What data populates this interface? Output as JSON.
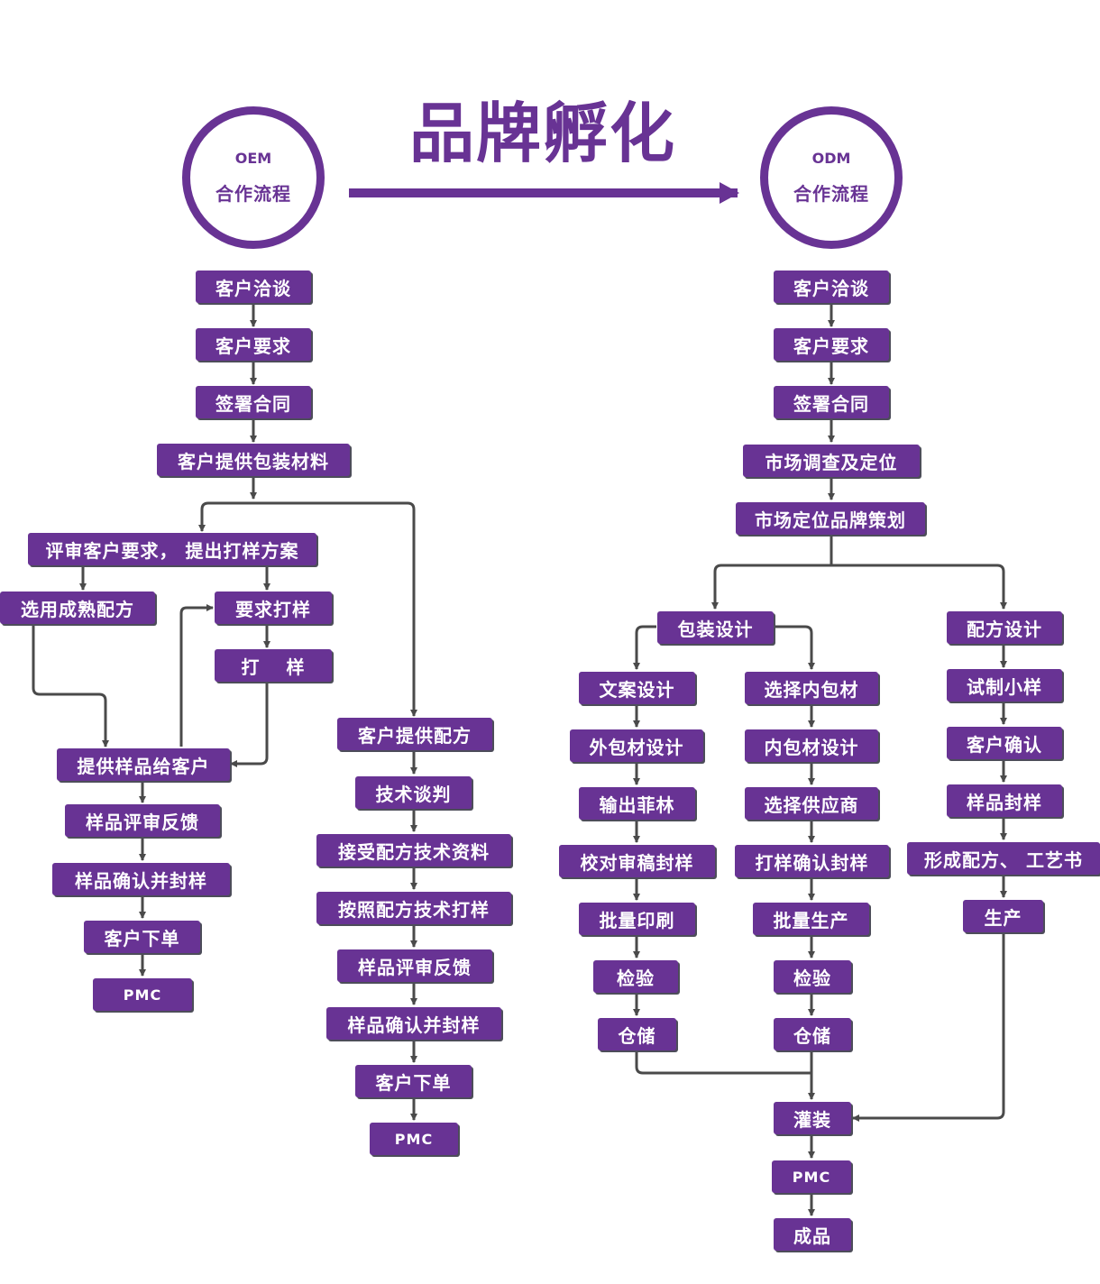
{
  "title": "品牌孵化",
  "oem": {
    "code": "OEM",
    "label": "合作流程"
  },
  "odm": {
    "code": "ODM",
    "label": "合作流程"
  },
  "oem_flow": {
    "main": [
      "客户洽谈",
      "客户要求",
      "签署合同",
      "客户提供包装材料"
    ],
    "branch_a": {
      "review": "评审客户要求， 提出打样方案",
      "mature_formula": "选用成熟配方",
      "request_sample": "要求打样",
      "sampling": "打　 样",
      "steps": [
        "提供样品给客户",
        "样品评审反馈",
        "样品确认并封样",
        "客户下单",
        "PMC"
      ]
    },
    "branch_b": [
      "客户提供配方",
      "技术谈判",
      "接受配方技术资料",
      "按照配方技术打样",
      "样品评审反馈",
      "样品确认并封样",
      "客户下单",
      "PMC"
    ]
  },
  "odm_flow": {
    "main": [
      "客户洽谈",
      "客户要求",
      "签署合同",
      "市场调查及定位",
      "市场定位品牌策划"
    ],
    "packaging": {
      "label": "包装设计",
      "outer": [
        "文案设计",
        "外包材设计",
        "输出菲林",
        "校对审稿封样",
        "批量印刷",
        "检验",
        "仓储"
      ],
      "inner": [
        "选择内包材",
        "内包材设计",
        "选择供应商",
        "打样确认封样",
        "批量生产",
        "检验",
        "仓储"
      ]
    },
    "formula": [
      "配方设计",
      "试制小样",
      "客户确认",
      "样品封样",
      "形成配方、 工艺书",
      "生产"
    ],
    "final": [
      "灌装",
      "PMC",
      "成品"
    ]
  },
  "colors": {
    "accent": "#683394",
    "connector": "#4a4a4a"
  }
}
